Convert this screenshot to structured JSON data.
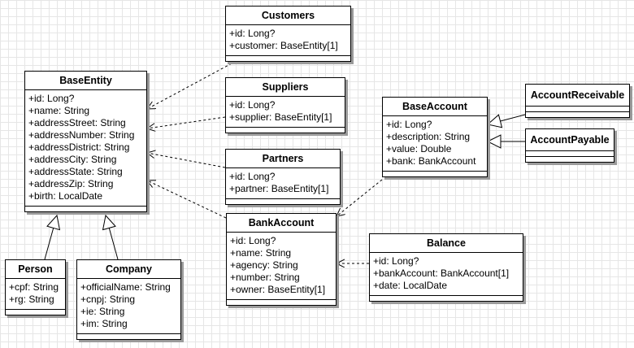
{
  "classes": {
    "customers": {
      "name": "Customers",
      "attrs": [
        "+id: Long?",
        "+customer: BaseEntity[1]"
      ]
    },
    "suppliers": {
      "name": "Suppliers",
      "attrs": [
        "+id: Long?",
        "+supplier: BaseEntity[1]"
      ]
    },
    "partners": {
      "name": "Partners",
      "attrs": [
        "+id: Long?",
        "+partner: BaseEntity[1]"
      ]
    },
    "base_entity": {
      "name": "BaseEntity",
      "attrs": [
        "+id: Long?",
        "+name: String",
        "+addressStreet: String",
        "+addressNumber: String",
        "+addressDistrict: String",
        "+addressCity: String",
        "+addressState: String",
        "+addressZip: String",
        "+birth: LocalDate"
      ]
    },
    "person": {
      "name": "Person",
      "attrs": [
        "+cpf: String",
        "+rg: String"
      ]
    },
    "company": {
      "name": "Company",
      "attrs": [
        "+officialName: String",
        "+cnpj: String",
        "+ie: String",
        "+im: String"
      ]
    },
    "bank_account": {
      "name": "BankAccount",
      "attrs": [
        "+id: Long?",
        "+name: String",
        "+agency: String",
        "+number: String",
        "+owner: BaseEntity[1]"
      ]
    },
    "base_account": {
      "name": "BaseAccount",
      "attrs": [
        "+id: Long?",
        "+description: String",
        "+value: Double",
        "+bank: BankAccount"
      ]
    },
    "balance": {
      "name": "Balance",
      "attrs": [
        "+id: Long?",
        "+bankAccount: BankAccount[1]",
        "+date: LocalDate"
      ]
    },
    "account_receivable": {
      "name": "AccountReceivable",
      "attrs": []
    },
    "account_payable": {
      "name": "AccountPayable",
      "attrs": []
    }
  },
  "relations": [
    {
      "from": "customers",
      "to": "base_entity",
      "kind": "dependency"
    },
    {
      "from": "suppliers",
      "to": "base_entity",
      "kind": "dependency"
    },
    {
      "from": "partners",
      "to": "base_entity",
      "kind": "dependency"
    },
    {
      "from": "bank_account",
      "to": "base_entity",
      "kind": "dependency"
    },
    {
      "from": "base_account",
      "to": "bank_account",
      "kind": "dependency"
    },
    {
      "from": "balance",
      "to": "bank_account",
      "kind": "dependency"
    },
    {
      "from": "person",
      "to": "base_entity",
      "kind": "generalization"
    },
    {
      "from": "company",
      "to": "base_entity",
      "kind": "generalization"
    },
    {
      "from": "account_receivable",
      "to": "base_account",
      "kind": "generalization"
    },
    {
      "from": "account_payable",
      "to": "base_account",
      "kind": "generalization"
    }
  ]
}
